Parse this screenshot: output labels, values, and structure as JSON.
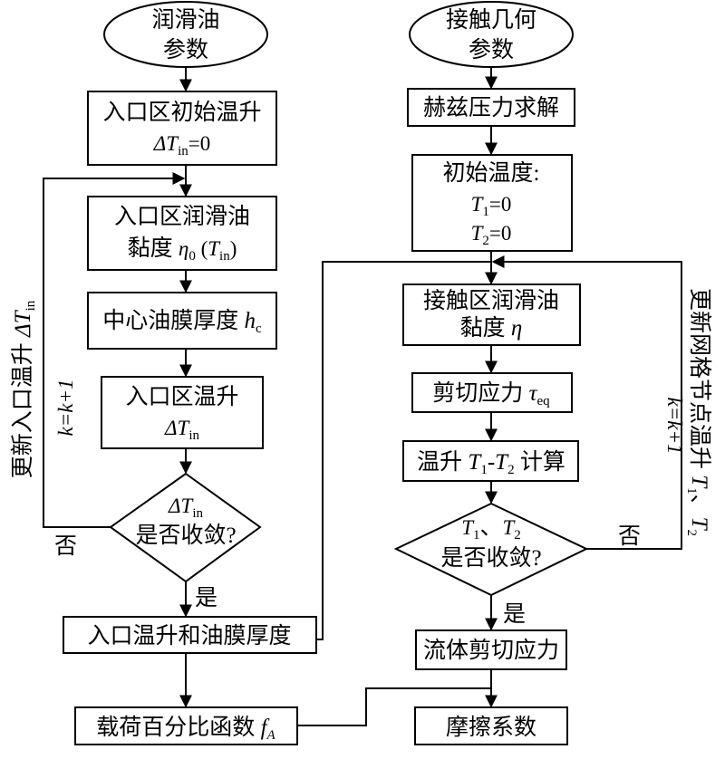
{
  "left": {
    "lube_params": [
      "润滑油",
      "参数"
    ],
    "inlet_initial_temp_rise": {
      "line1": "入口区初始温升",
      "line2_sym": "ΔT",
      "line2_sub": "in",
      "line2_rest": "=0"
    },
    "inlet_viscosity": {
      "line1": "入口区润滑油",
      "line2_text": "黏度 ",
      "line2_sym": "η",
      "line2_sub": "0",
      "line2_paren_open": " (",
      "line2_sym2": "T",
      "line2_sub2": "in",
      "line2_paren_close": ")"
    },
    "center_film": {
      "text": "中心油膜厚度 ",
      "sym": "h",
      "sub": "c"
    },
    "inlet_temp_rise": {
      "line1": "入口区温升",
      "line2_sym": "ΔT",
      "line2_sub": "in"
    },
    "converge_decision": {
      "line1_sym": "ΔT",
      "line1_sub": "in",
      "line2": "是否收敛?"
    },
    "no_label": "否",
    "yes_label": "是",
    "loop_k": "k=k+1",
    "update_label": {
      "text": "更新入口温升 ",
      "sym": "ΔT",
      "sub": "in"
    },
    "result_box": "入口温升和油膜厚度",
    "load_fn": {
      "text": "载荷百分比函数 ",
      "sym": "f",
      "sub": "A"
    }
  },
  "right": {
    "contact_geometry": [
      "接触几何",
      "参数"
    ],
    "hertz": "赫兹压力求解",
    "initial_temp": {
      "line1": "初始温度:",
      "t1_sym": "T",
      "t1_sub": "1",
      "t1_rest": "=0",
      "t2_sym": "T",
      "t2_sub": "2",
      "t2_rest": "=0"
    },
    "contact_viscosity": {
      "line1": "接触区润滑油",
      "line2_text": "黏度 ",
      "line2_sym": "η"
    },
    "shear_stress": {
      "text": "剪切应力 ",
      "sym": "τ",
      "sub": "eq"
    },
    "temp_calc": {
      "text1": "温升 ",
      "sym1": "T",
      "sub1": "1",
      "dash": "-",
      "sym2": "T",
      "sub2": "2",
      "text2": " 计算"
    },
    "converge_decision": {
      "line1_sym1": "T",
      "line1_sub1": "1",
      "line1_sep": "、",
      "line1_sym2": "T",
      "line1_sub2": "2",
      "line2": "是否收敛?"
    },
    "no_label": "否",
    "yes_label": "是",
    "loop_k": "k=k+1",
    "update_label": {
      "text": "更新网格节点温升 ",
      "sym1": "T",
      "sub1": "1",
      "sep": "、",
      "sym2": "T",
      "sub2": "2"
    },
    "fluid_shear": "流体剪切应力",
    "friction": "摩擦系数"
  }
}
